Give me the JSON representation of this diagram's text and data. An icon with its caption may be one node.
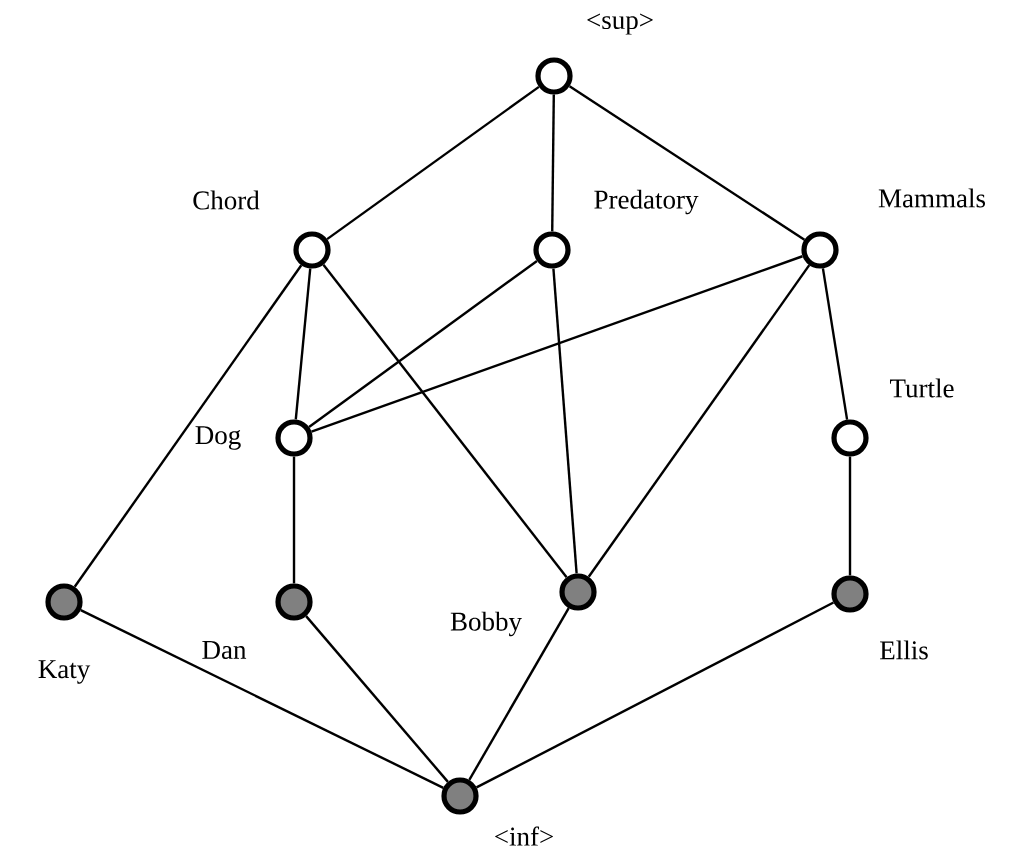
{
  "diagram": {
    "nodes": [
      {
        "text": [
          "<sup>"
        ]
      },
      {
        "text": [
          "Chord"
        ]
      },
      {
        "text": [
          "Predatory"
        ]
      },
      {
        "text": [
          "Mammals"
        ]
      },
      {
        "text": [
          "Dog"
        ]
      },
      {
        "text": [
          "Turtle"
        ]
      },
      {
        "text": [
          "Katy"
        ]
      },
      {
        "text": [
          "Dan"
        ]
      },
      {
        "text": [
          "Bobby"
        ]
      },
      {
        "text": [
          "Ellis"
        ]
      },
      {
        "text": [
          "<inf>"
        ]
      }
    ],
    "edges": [
      {
        "from": 0,
        "to": 1,
        "arrow": "none"
      },
      {
        "from": 0,
        "to": 2,
        "arrow": "none"
      },
      {
        "from": 0,
        "to": 3,
        "arrow": "none"
      },
      {
        "from": 1,
        "to": 4,
        "arrow": "none"
      },
      {
        "from": 1,
        "to": 6,
        "arrow": "none"
      },
      {
        "from": 1,
        "to": 8,
        "arrow": "none"
      },
      {
        "from": 2,
        "to": 4,
        "arrow": "none"
      },
      {
        "from": 2,
        "to": 8,
        "arrow": "none"
      },
      {
        "from": 3,
        "to": 4,
        "arrow": "none"
      },
      {
        "from": 3,
        "to": 8,
        "arrow": "none"
      },
      {
        "from": 3,
        "to": 5,
        "arrow": "none"
      },
      {
        "from": 4,
        "to": 7,
        "arrow": "none"
      },
      {
        "from": 5,
        "to": 9,
        "arrow": "none"
      },
      {
        "from": 6,
        "to": 10,
        "arrow": "none"
      },
      {
        "from": 7,
        "to": 10,
        "arrow": "none"
      },
      {
        "from": 8,
        "to": 10,
        "arrow": "none"
      },
      {
        "from": 9,
        "to": 10,
        "arrow": "none"
      }
    ]
  }
}
